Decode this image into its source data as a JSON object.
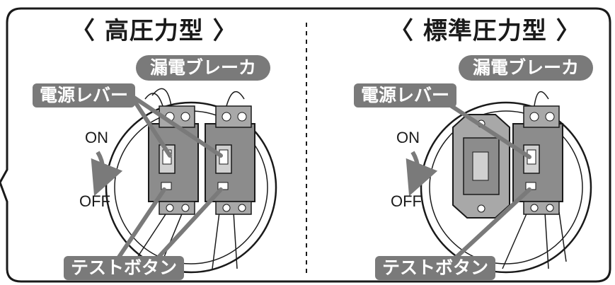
{
  "left_panel": {
    "title": "〈 高圧力型 〉",
    "breaker_label": "漏電ブレーカ",
    "lever_label": "電源レバー",
    "on_label": "ON",
    "off_label": "OFF",
    "test_label": "テストボタン"
  },
  "right_panel": {
    "title": "〈 標準圧力型 〉",
    "breaker_label": "漏電ブレーカ",
    "lever_label": "電源レバー",
    "on_label": "ON",
    "off_label": "OFF",
    "test_label": "テストボタン"
  },
  "colors": {
    "label_bg": "#7a7a7a",
    "label_text": "#ffffff",
    "breaker_body": "#8c8c8c",
    "outline": "#1a1a1a"
  }
}
